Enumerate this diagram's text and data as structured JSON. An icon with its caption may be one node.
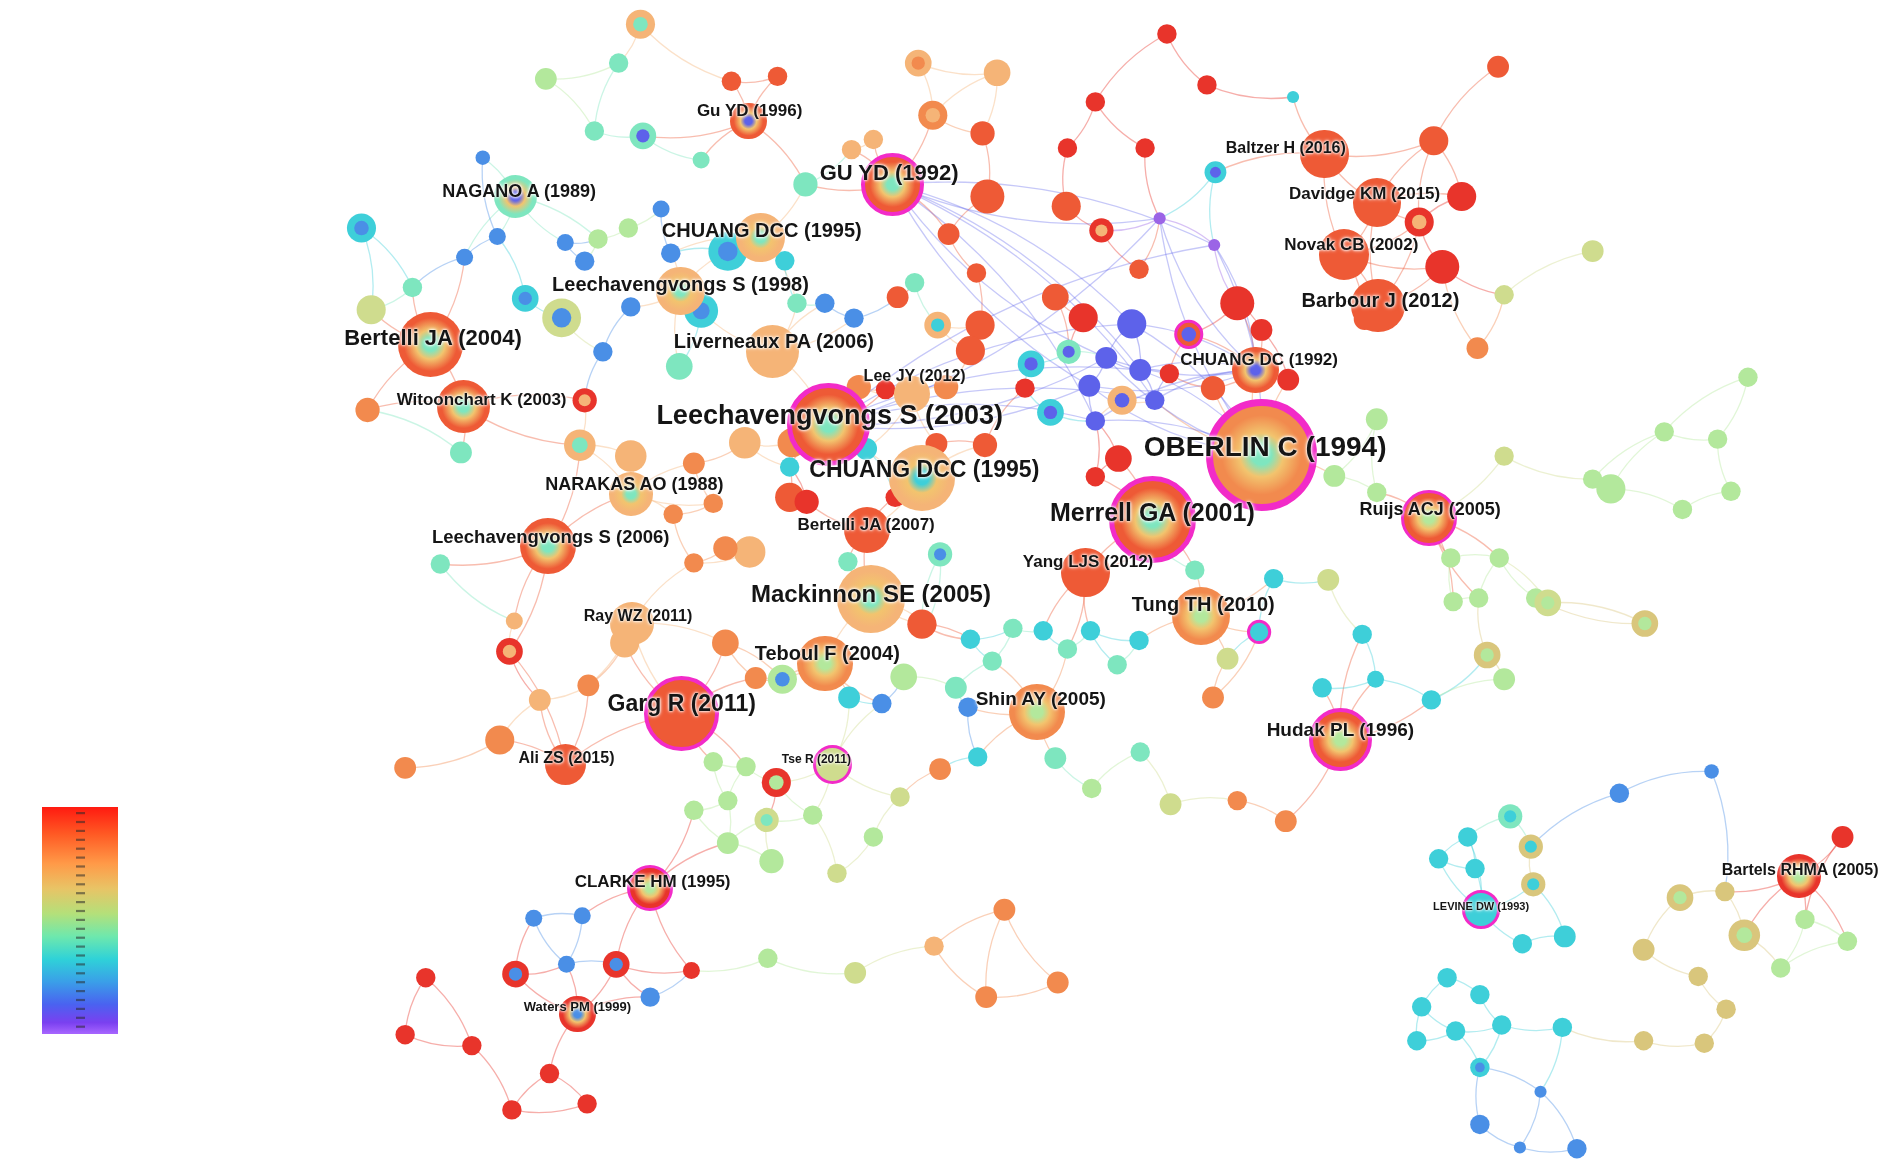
{
  "diagram": {
    "nodes": [
      {
        "text": [
          "Gu YD (1996)"
        ]
      },
      {
        "text": [
          "Baltzer H (2016)"
        ]
      },
      {
        "text": [
          "GU YD (1992)"
        ]
      },
      {
        "text": [
          "NAGANO A (1989)"
        ]
      },
      {
        "text": [
          "Davidge KM (2015)"
        ]
      },
      {
        "text": [
          "CHUANG DCC (1995)"
        ]
      },
      {
        "text": [
          "Novak CB (2002)"
        ]
      },
      {
        "text": [
          "Leechavengvongs S (1998)"
        ]
      },
      {
        "text": [
          "Barbour J (2012)"
        ]
      },
      {
        "text": [
          "Bertelli JA (2004)"
        ]
      },
      {
        "text": [
          "Liverneaux PA (2006)"
        ]
      },
      {
        "text": [
          "CHUANG DC (1992)"
        ]
      },
      {
        "text": [
          "Lee JY (2012)"
        ]
      },
      {
        "text": [
          "Witoonchart K (2003)"
        ]
      },
      {
        "text": [
          "Leechavengvongs S (2003)"
        ]
      },
      {
        "text": [
          "OBERLIN C (1994)"
        ]
      },
      {
        "text": [
          "CHUANG DCC (1995)"
        ]
      },
      {
        "text": [
          "NARAKAS AO (1988)"
        ]
      },
      {
        "text": [
          "Ruijs ACJ (2005)"
        ]
      },
      {
        "text": [
          "Merrell GA (2001)"
        ]
      },
      {
        "text": [
          "Bertelli JA (2007)"
        ]
      },
      {
        "text": [
          "Leechavengvongs S (2006)"
        ]
      },
      {
        "text": [
          "Yang LJS (2012)"
        ]
      },
      {
        "text": [
          "Mackinnon SE (2005)"
        ]
      },
      {
        "text": [
          "Tung TH (2010)"
        ]
      },
      {
        "text": [
          "Ray WZ (2011)"
        ]
      },
      {
        "text": [
          "Teboul F (2004)"
        ]
      },
      {
        "text": [
          "Shin AY (2005)"
        ]
      },
      {
        "text": [
          "Garg R (2011)"
        ]
      },
      {
        "text": [
          "Hudak PL (1996)"
        ]
      },
      {
        "text": [
          "Ali ZS (2015)"
        ]
      },
      {
        "text": [
          "Tse R (2011)"
        ]
      },
      {
        "text": [
          "Bartels RHMA (2005)"
        ]
      },
      {
        "text": [
          "CLARKE HM (1995)"
        ]
      },
      {
        "text": [
          "LEVINE DW (1993)"
        ]
      },
      {
        "text": [
          "Waters PM (1999)"
        ]
      }
    ]
  }
}
